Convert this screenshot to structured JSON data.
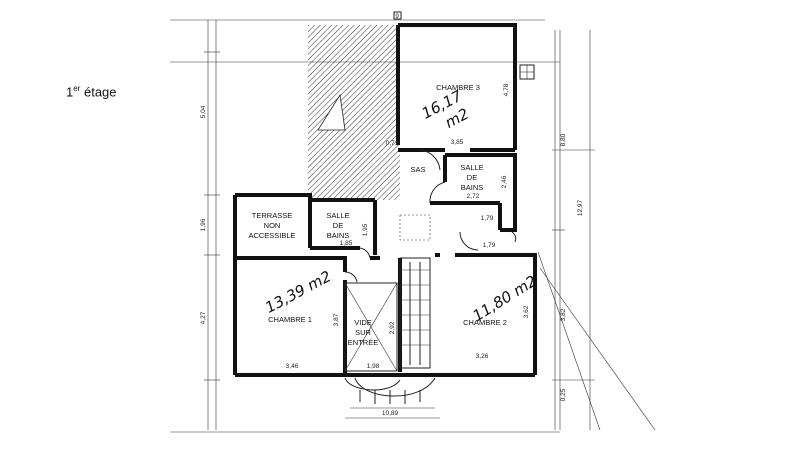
{
  "floor": {
    "superscript_prefix": "1",
    "superscript": "er",
    "title": "étage"
  },
  "rooms": {
    "chambre3": "CHAMBRE 3",
    "sas": "SAS",
    "sdb1_line1": "SALLE",
    "sdb1_line2": "DE",
    "sdb1_line3": "BAINS",
    "terrasse_line1": "TERRASSE",
    "terrasse_line2": "NON",
    "terrasse_line3": "ACCESSIBLE",
    "sdb2_line1": "SALLE",
    "sdb2_line2": "DE",
    "sdb2_line3": "BAINS",
    "chambre1": "CHAMBRE 1",
    "vide_line1": "VIDE",
    "vide_line2": "SUR",
    "vide_line3": "ENTRÉE",
    "chambre2": "CHAMBRE 2"
  },
  "handwritten": {
    "chambre3_area_1": "16,17",
    "chambre3_area_2": "m2",
    "chambre1_area": "13,39 m2",
    "chambre2_area": "11,80 m2"
  },
  "dimensions": {
    "d_5_04": "5,04",
    "d_1_96": "1,96",
    "d_4_27": "4,27",
    "d_4_78": "4,78",
    "d_8_80": "8,80",
    "d_12_97": "12,97",
    "d_2_46": "2,46",
    "d_3_82": "3,82",
    "d_3_62": "3,62",
    "d_0_25": "0,25",
    "d_3_85": "3,85",
    "d_0_71": "0,71",
    "d_2_72": "2,72",
    "d_1_79a": "1,79",
    "d_1_79b": "1,79",
    "d_1_85": "1,85",
    "d_1_95": "1,95",
    "d_3_87": "3,87",
    "d_2_92": "2,92",
    "d_3_46": "3,46",
    "d_1_98": "1,98",
    "d_3_26": "3,26",
    "d_10_89": "10,89",
    "grid_top": "9"
  },
  "colors": {
    "ink": "#111111",
    "paper": "#ffffff"
  }
}
